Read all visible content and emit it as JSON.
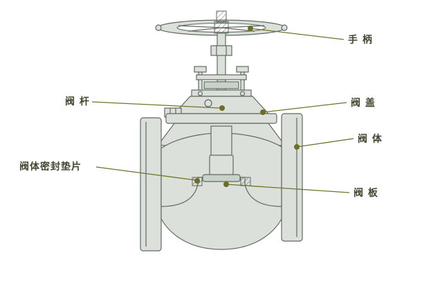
{
  "diagram": {
    "type": "labeled-diagram",
    "subject": "globe-valve-cross-section",
    "labels": [
      {
        "id": "handle",
        "text": "手 柄",
        "side": "right"
      },
      {
        "id": "stem",
        "text": "阀 杆",
        "side": "left"
      },
      {
        "id": "bonnet",
        "text": "阀 盖",
        "side": "right"
      },
      {
        "id": "body",
        "text": "阀 体",
        "side": "right"
      },
      {
        "id": "gasket",
        "text": "阀体密封垫片",
        "side": "left"
      },
      {
        "id": "disc",
        "text": "阀 板",
        "side": "right"
      }
    ],
    "colors": {
      "leader": "#72722c",
      "dot": "#6d6d26",
      "label_text": "#45452f",
      "outline": "#5f6a5f",
      "fill": "#dbe1da",
      "background": "#ffffff"
    }
  }
}
